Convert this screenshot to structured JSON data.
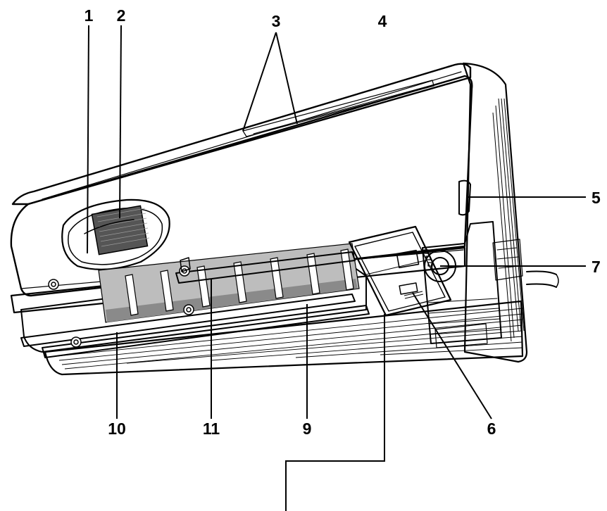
{
  "diagram": {
    "callouts": [
      {
        "id": "1",
        "label": "1"
      },
      {
        "id": "2",
        "label": "2"
      },
      {
        "id": "3",
        "label": "3"
      },
      {
        "id": "4",
        "label": "4"
      },
      {
        "id": "5",
        "label": "5"
      },
      {
        "id": "6",
        "label": "6"
      },
      {
        "id": "7",
        "label": "7"
      },
      {
        "id": "9",
        "label": "9"
      },
      {
        "id": "10",
        "label": "10"
      },
      {
        "id": "11",
        "label": "11"
      }
    ],
    "colors": {
      "line": "#000000",
      "body": "#ffffff",
      "shade": "#bdbdbd",
      "dark": "#8a8a8a"
    }
  }
}
